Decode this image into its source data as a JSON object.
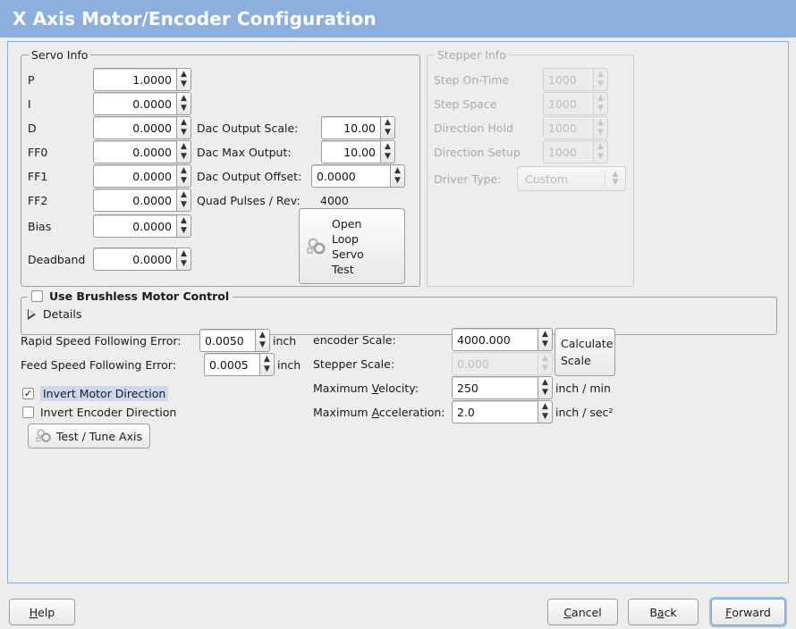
{
  "window": {
    "title": "X Axis Motor/Encoder Configuration",
    "title_bar_color": "#8cafde",
    "background_color": "#ededeb",
    "accent_border_color": "#8aaedb"
  },
  "servo_info": {
    "legend": "Servo Info",
    "rows": [
      {
        "label": "P",
        "value": "1.0000"
      },
      {
        "label": "I",
        "value": "0.0000"
      },
      {
        "label": "D",
        "value": "0.0000"
      },
      {
        "label": "FF0",
        "value": "0.0000"
      },
      {
        "label": "FF1",
        "value": "0.0000"
      },
      {
        "label": "FF2",
        "value": "0.0000"
      },
      {
        "label": "Bias",
        "value": "0.0000"
      },
      {
        "label": "Deadband",
        "value": "0.0000"
      }
    ],
    "dac": [
      {
        "label": "Dac Output Scale:",
        "value": "10.00"
      },
      {
        "label": "Dac Max Output:",
        "value": "10.00"
      },
      {
        "label": "Dac Output Offset:",
        "value": "0.0000"
      }
    ],
    "quad_pulses_label": "Quad Pulses / Rev:",
    "quad_pulses_value": "4000",
    "open_loop_button": {
      "line1": "Open",
      "line2": "Loop",
      "line3": "Servo",
      "line4": "Test",
      "icon": "gears-icon"
    }
  },
  "stepper_info": {
    "legend": "Stepper Info",
    "enabled": false,
    "rows": [
      {
        "label": "Step On-Time",
        "value": "1000"
      },
      {
        "label": "Step Space",
        "value": "1000"
      },
      {
        "label": "Direction Hold",
        "value": "1000"
      },
      {
        "label": "Direction Setup",
        "value": "1000"
      }
    ],
    "driver_type_label": "Driver Type:",
    "driver_type_value": "Custom"
  },
  "brushless": {
    "checkbox_label": "Use Brushless Motor Control",
    "checked": false,
    "details_label": "Details",
    "details_expanded": false
  },
  "following_errors": [
    {
      "label": "Rapid Speed Following Error:",
      "value": "0.0050",
      "unit": "inch"
    },
    {
      "label": "Feed Speed Following Error:",
      "value": "0.0005",
      "unit": "inch"
    }
  ],
  "invert": {
    "motor": {
      "label": "Invert Motor Direction",
      "checked": true,
      "focused": true
    },
    "encoder": {
      "label": "Invert Encoder Direction",
      "checked": false,
      "focused": false
    }
  },
  "test_tune_button": {
    "label": "Test / Tune Axis",
    "icon": "gears-icon"
  },
  "scale": {
    "encoder_label": "encoder Scale:",
    "encoder_value": "4000.000",
    "stepper_label": "Stepper Scale:",
    "stepper_value": "0.000",
    "stepper_enabled": false,
    "calculate_line1": "Calculate",
    "calculate_line2": "Scale",
    "max_velocity_label_pre": "Maximum ",
    "max_velocity_label_mn": "V",
    "max_velocity_label_post": "elocity:",
    "max_velocity_value": "250",
    "max_velocity_unit": "inch / min",
    "max_accel_label_pre": "Maximum ",
    "max_accel_label_mn": "A",
    "max_accel_label_post": "cceleration:",
    "max_accel_value": "2.0",
    "max_accel_unit": "inch / sec²"
  },
  "footer": {
    "help": {
      "mn": "H",
      "rest": "elp"
    },
    "cancel": {
      "mn": "C",
      "rest": "ancel"
    },
    "back": {
      "pre": "B",
      "mn": "a",
      "post": "ck"
    },
    "forward": {
      "mn": "F",
      "rest": "orward"
    }
  }
}
